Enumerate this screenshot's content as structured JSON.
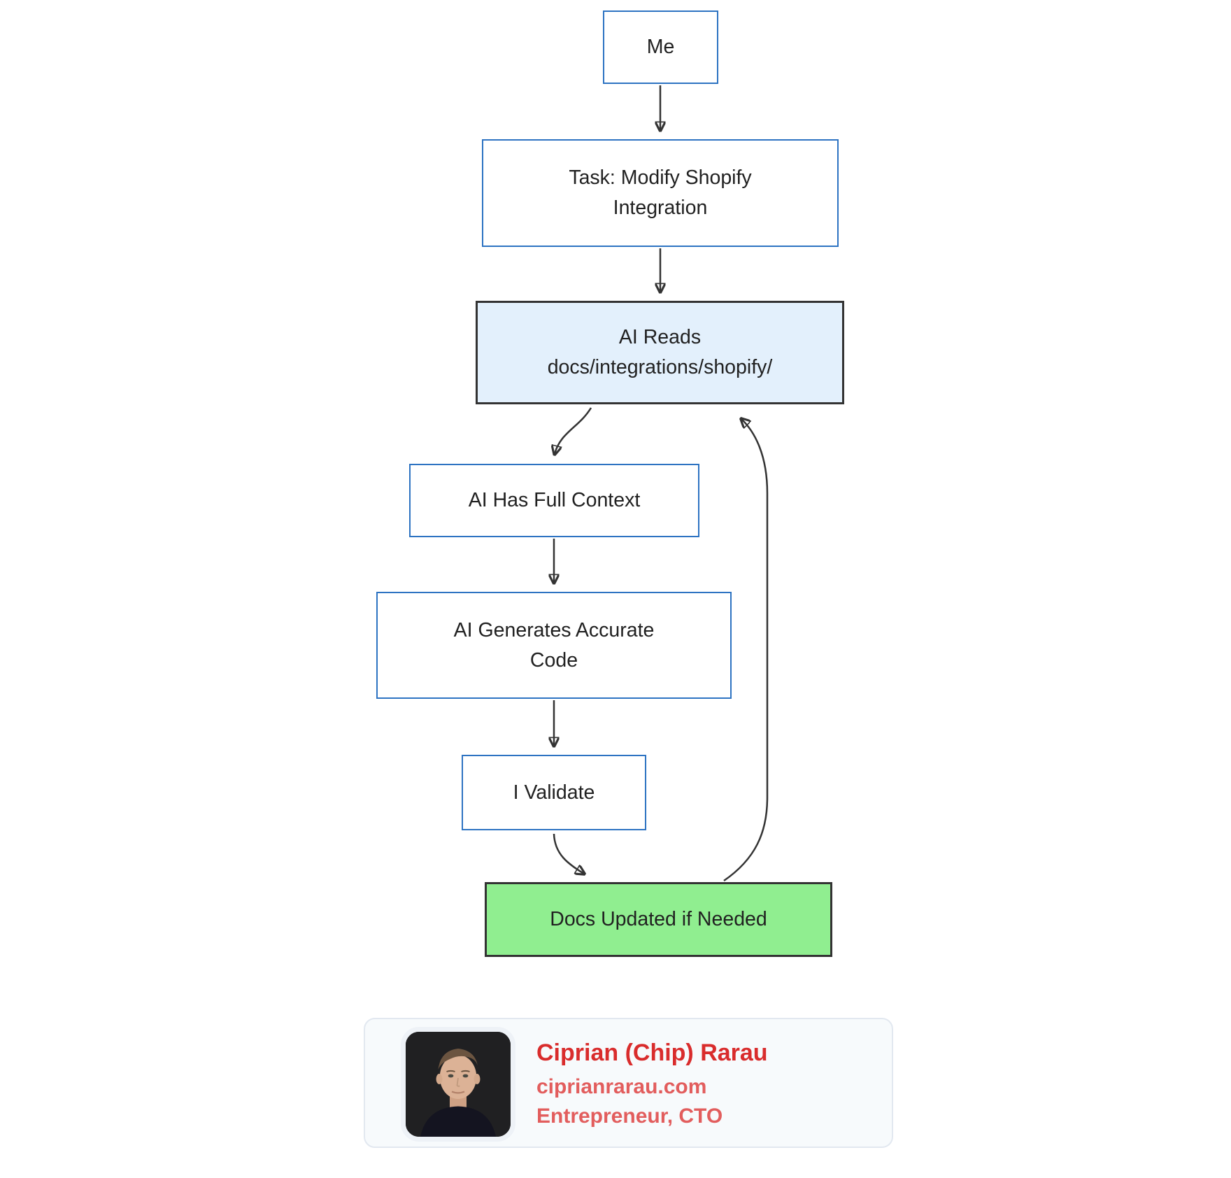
{
  "diagram": {
    "type": "flowchart",
    "direction": "top-down",
    "nodes": {
      "me": {
        "lines": [
          "Me"
        ],
        "style": "default"
      },
      "task": {
        "lines": [
          "Task: Modify Shopify",
          "Integration"
        ],
        "style": "default"
      },
      "ai_reads": {
        "lines": [
          "AI Reads",
          "docs/integrations/shopify/"
        ],
        "style": "highlight"
      },
      "context": {
        "lines": [
          "AI Has Full Context"
        ],
        "style": "default"
      },
      "generate": {
        "lines": [
          "AI Generates Accurate",
          "Code"
        ],
        "style": "default"
      },
      "validate": {
        "lines": [
          "I Validate"
        ],
        "style": "default"
      },
      "docs": {
        "lines": [
          "Docs Updated if Needed"
        ],
        "style": "success"
      }
    },
    "edges": [
      {
        "from": "me",
        "to": "task"
      },
      {
        "from": "task",
        "to": "ai_reads"
      },
      {
        "from": "ai_reads",
        "to": "context"
      },
      {
        "from": "context",
        "to": "generate"
      },
      {
        "from": "generate",
        "to": "validate"
      },
      {
        "from": "validate",
        "to": "docs"
      },
      {
        "from": "docs",
        "to": "ai_reads"
      }
    ],
    "colors": {
      "node_border": "#2d73c2",
      "node_fill": "#ffffff",
      "highlight_fill": "#e3f0fc",
      "highlight_border": "#333333",
      "success_fill": "#90ee90",
      "success_border": "#333333",
      "edge_stroke": "#333333",
      "text": "#212121"
    }
  },
  "author_card": {
    "name": "Ciprian (Chip) Rarau",
    "website": "ciprianrarau.com",
    "role": "Entrepreneur, CTO",
    "photo": "portrait-headshot",
    "name_color": "#d92c2c",
    "secondary_color": "#e25d5d",
    "background": "#f7fafc",
    "border_color": "#e2e8f0"
  }
}
